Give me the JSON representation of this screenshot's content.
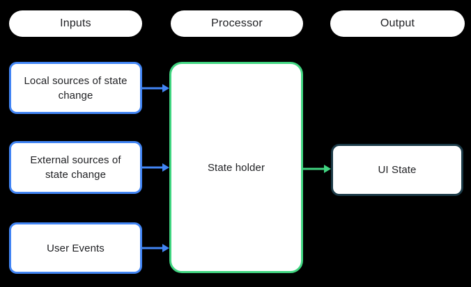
{
  "colors": {
    "bg": "#000000",
    "node_fill": "#ffffff",
    "text": "#202124",
    "input_border": "#4285f4",
    "processor_border": "#41d581",
    "output_border": "#1b3a47",
    "arrow_blue": "#4285f4",
    "arrow_green": "#41d581"
  },
  "columns": [
    {
      "label": "Inputs"
    },
    {
      "label": "Processor"
    },
    {
      "label": "Output"
    }
  ],
  "inputs": [
    {
      "label": "Local sources of state\nchange"
    },
    {
      "label": "External sources of\nstate change"
    },
    {
      "label": "User Events"
    }
  ],
  "processor": {
    "label": "State holder"
  },
  "output": {
    "label": "UI State"
  }
}
